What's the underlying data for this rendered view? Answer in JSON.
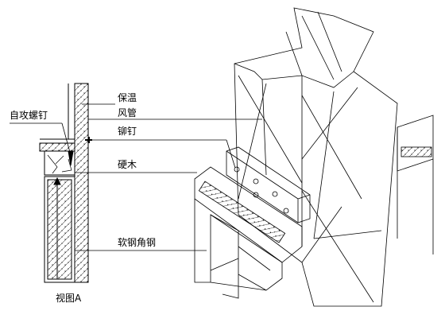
{
  "labels": {
    "self_tapping_screw": "自攻螺钉",
    "insulation": "保温",
    "air_duct": "风管",
    "rivet": "铆钉",
    "hardwood": "硬木",
    "soft_steel_angle": "软钢角钢",
    "view": "视图A"
  },
  "colors": {
    "line": "#000000",
    "background": "#ffffff"
  }
}
